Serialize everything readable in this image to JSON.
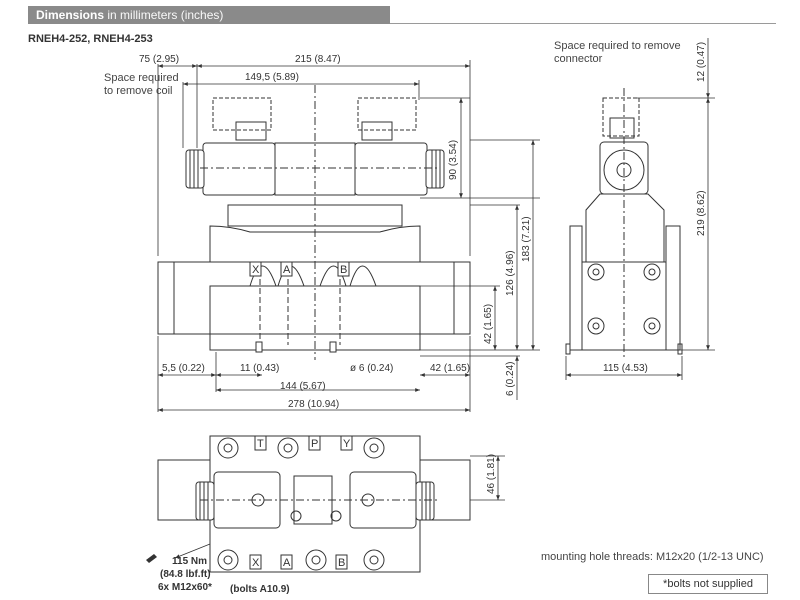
{
  "header": {
    "title": "Dimensions",
    "subtitle": "in millimeters (inches)"
  },
  "model": "RNEH4-252, RNEH4-253",
  "notes": {
    "remove_coil": [
      "Space required",
      "to remove coil"
    ],
    "remove_connector": [
      "Space required to remove",
      "connector"
    ],
    "mounting_threads": "mounting hole threads: M12x20 (1/2-13 UNC)",
    "bolts_not_supplied": "*bolts not supplied"
  },
  "dimensions": {
    "d75": "75 (2.95)",
    "d215": "215 (8.47)",
    "d149": "149,5 (5.89)",
    "d90": "90 (3.54)",
    "d183": "183 (7.21)",
    "d126": "126 (4.96)",
    "d42v": "42 (1.65)",
    "d6v": "6 (0.24)",
    "d55": "5,5 (0.22)",
    "d11": "11 (0.43)",
    "dphi6": "ø 6 (0.24)",
    "d42h": "42 (1.65)",
    "d144": "144 (5.67)",
    "d278": "278 (10.94)",
    "d12": "12 (0.47)",
    "d219": "219 (8.62)",
    "d115": "115 (4.53)",
    "d46": "46 (1.81)"
  },
  "ports": {
    "front": [
      "X",
      "A",
      "B"
    ],
    "top_row": [
      "T",
      "P",
      "Y"
    ],
    "bottom_row": [
      "X",
      "A",
      "B"
    ]
  },
  "torque": {
    "value": "115 Nm",
    "imperial": "(84.8 lbf.ft)",
    "bolts": "6x M12x60*",
    "grade": "(bolts A10.9)"
  }
}
